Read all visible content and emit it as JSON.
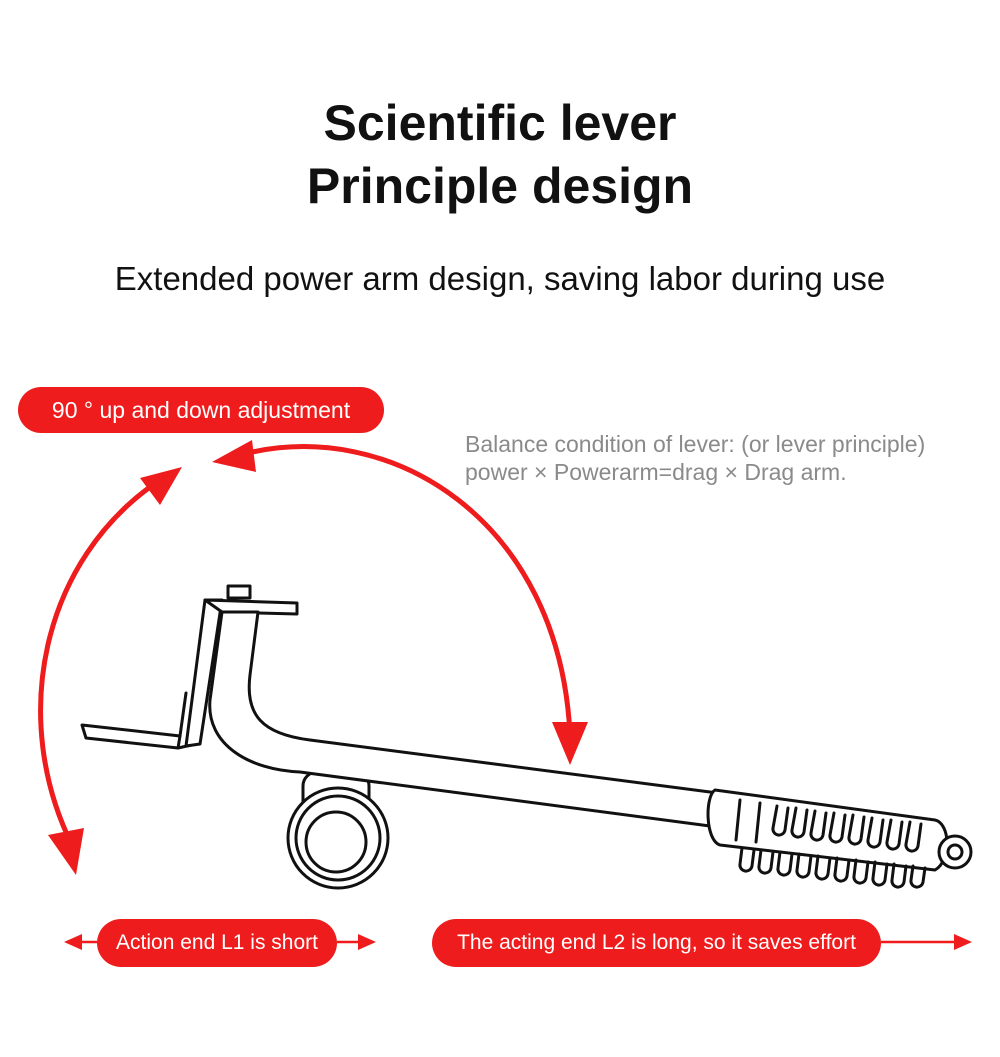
{
  "heading": {
    "line1": "Scientific lever",
    "line2": "Principle design"
  },
  "subheading": "Extended power arm design, saving labor during use",
  "formula": {
    "line1": "Balance condition of lever: (or lever principle)",
    "line2": "power × Powerarm=drag × Drag arm."
  },
  "labels": {
    "adjustment": "90 ° up and down adjustment",
    "action_end": "Action end L1 is short",
    "acting_end": "The acting end L2 is long, so it saves effort"
  },
  "colors": {
    "accent": "#ee1c1c",
    "text": "#111111",
    "note": "#8a8a8a"
  }
}
